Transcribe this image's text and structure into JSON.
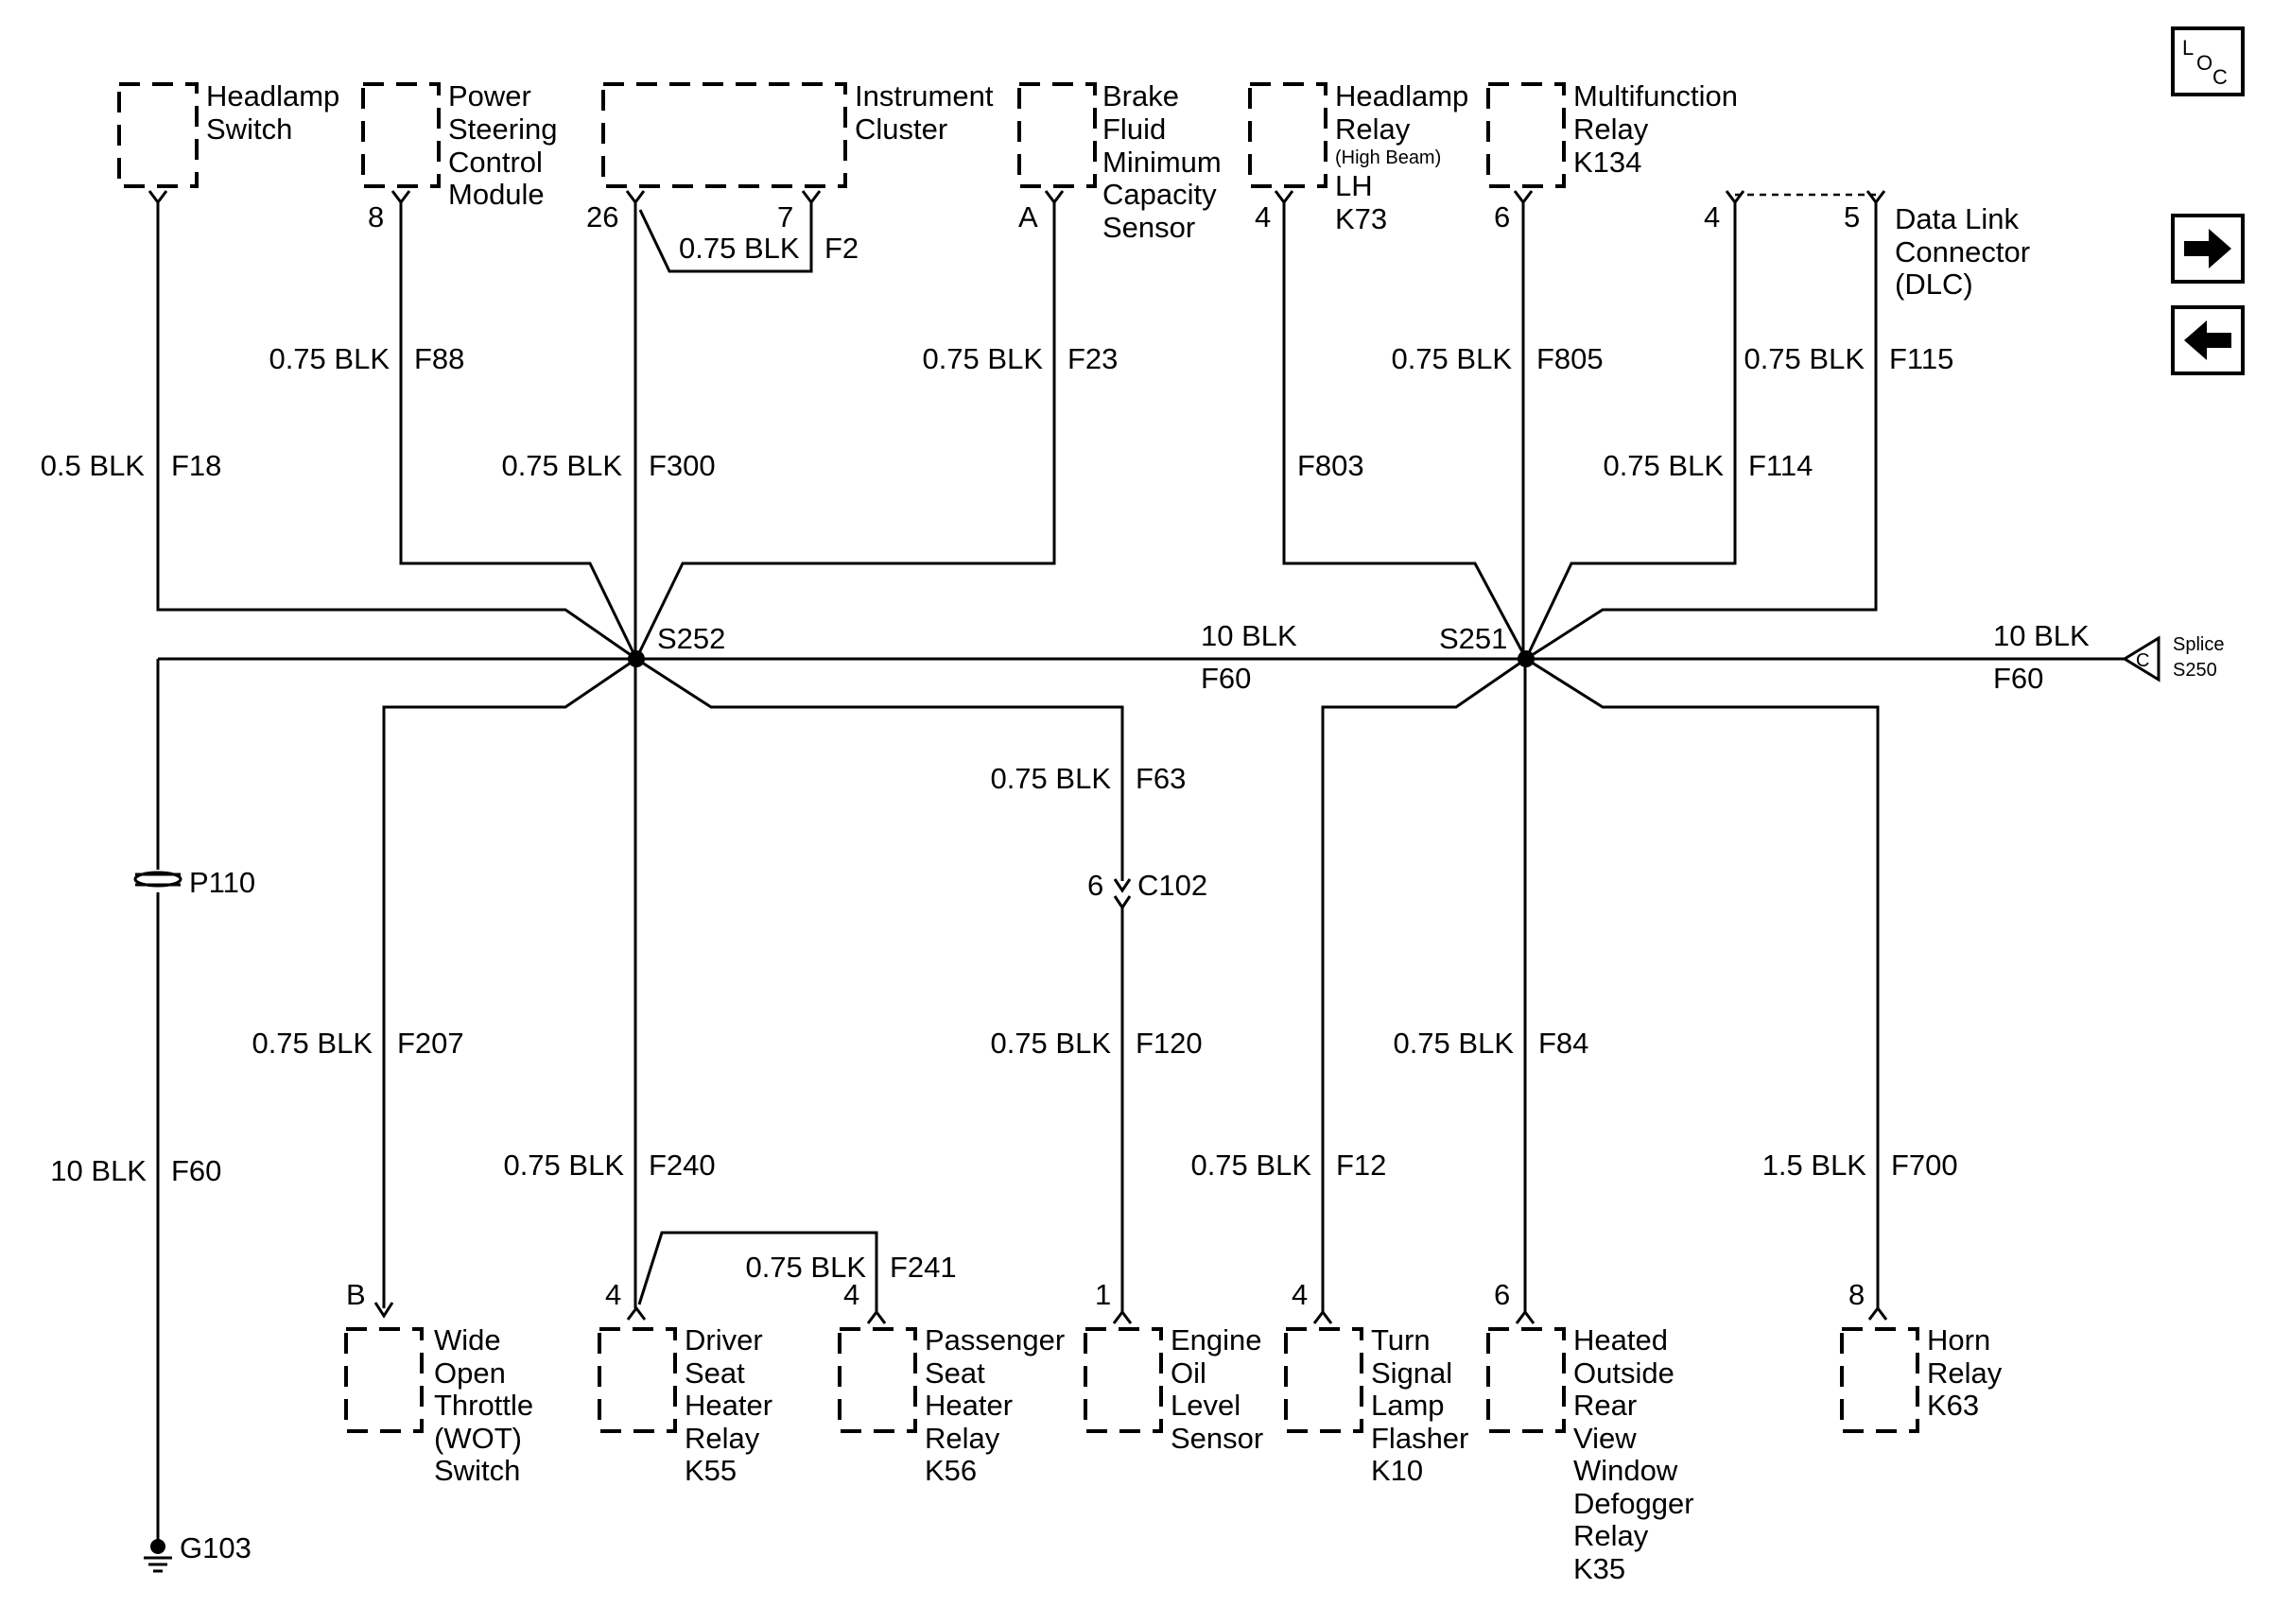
{
  "nav": {
    "loc_letters": [
      "L",
      "O",
      "C"
    ],
    "next_icon": "arrow-right-icon",
    "prev_icon": "arrow-left-icon"
  },
  "components": {
    "headlamp_switch": [
      "Headlamp",
      "Switch"
    ],
    "power_steering": [
      "Power",
      "Steering",
      "Control",
      "Module"
    ],
    "instrument_cluster": [
      "Instrument",
      "Cluster"
    ],
    "brake_fluid": [
      "Brake",
      "Fluid",
      "Minimum",
      "Capacity",
      "Sensor"
    ],
    "headlamp_relay": [
      "Headlamp",
      "Relay",
      "(High Beam)",
      "LH",
      "K73"
    ],
    "multifunction_relay": [
      "Multifunction",
      "Relay",
      "K134"
    ],
    "dlc": [
      "Data Link",
      "Connector",
      "(DLC)"
    ],
    "splice_s250": [
      "Splice",
      "S250"
    ],
    "wot_switch": [
      "Wide",
      "Open",
      "Throttle",
      "(WOT)",
      "Switch"
    ],
    "driver_seat": [
      "Driver",
      "Seat",
      "Heater",
      "Relay",
      "K55"
    ],
    "passenger_seat": [
      "Passenger",
      "Seat",
      "Heater",
      "Relay",
      "K56"
    ],
    "engine_oil": [
      "Engine",
      "Oil",
      "Level",
      "Sensor"
    ],
    "turn_signal": [
      "Turn",
      "Signal",
      "Lamp",
      "Flasher",
      "K10"
    ],
    "heated_mirror": [
      "Heated",
      "Outside",
      "Rear",
      "View",
      "Window",
      "Defogger",
      "Relay",
      "K35"
    ],
    "horn_relay": [
      "Horn",
      "Relay",
      "K63"
    ]
  },
  "pins": {
    "ps": "8",
    "ic_a": "26",
    "ic_b": "7",
    "brake": "A",
    "hl_relay": "4",
    "mf_relay": "6",
    "dlc_a": "4",
    "dlc_b": "5",
    "wot": "B",
    "driver": "4",
    "passenger": "4",
    "oil": "1",
    "c102": "6",
    "turn": "4",
    "mirror": "6",
    "horn": "8"
  },
  "wires": {
    "f18": {
      "gauge": "0.5 BLK",
      "circuit": "F18"
    },
    "f88": {
      "gauge": "0.75 BLK",
      "circuit": "F88"
    },
    "f2": {
      "gauge": "0.75 BLK",
      "circuit": "F2"
    },
    "f300": {
      "gauge": "0.75 BLK",
      "circuit": "F300"
    },
    "f23": {
      "gauge": "0.75 BLK",
      "circuit": "F23"
    },
    "f805": {
      "gauge": "0.75 BLK",
      "circuit": "F805"
    },
    "f115": {
      "gauge": "0.75 BLK",
      "circuit": "F115"
    },
    "f803": {
      "circuit": "F803"
    },
    "f114": {
      "gauge": "0.75 BLK",
      "circuit": "F114"
    },
    "f60_mid": {
      "gauge": "10 BLK",
      "circuit": "F60"
    },
    "f60_right": {
      "gauge": "10 BLK",
      "circuit": "F60"
    },
    "f63": {
      "gauge": "0.75 BLK",
      "circuit": "F63"
    },
    "f207": {
      "gauge": "0.75 BLK",
      "circuit": "F207"
    },
    "f120": {
      "gauge": "0.75 BLK",
      "circuit": "F120"
    },
    "f84": {
      "gauge": "0.75 BLK",
      "circuit": "F84"
    },
    "f60_ground": {
      "gauge": "10 BLK",
      "circuit": "F60"
    },
    "f240": {
      "gauge": "0.75 BLK",
      "circuit": "F240"
    },
    "f12": {
      "gauge": "0.75 BLK",
      "circuit": "F12"
    },
    "f700": {
      "gauge": "1.5 BLK",
      "circuit": "F700"
    },
    "f241": {
      "gauge": "0.75 BLK",
      "circuit": "F241"
    }
  },
  "splices": {
    "s252": "S252",
    "s251": "S251",
    "splice_letter": "C"
  },
  "connectors": {
    "c102": "C102",
    "p110": "P110",
    "g103": "G103"
  }
}
